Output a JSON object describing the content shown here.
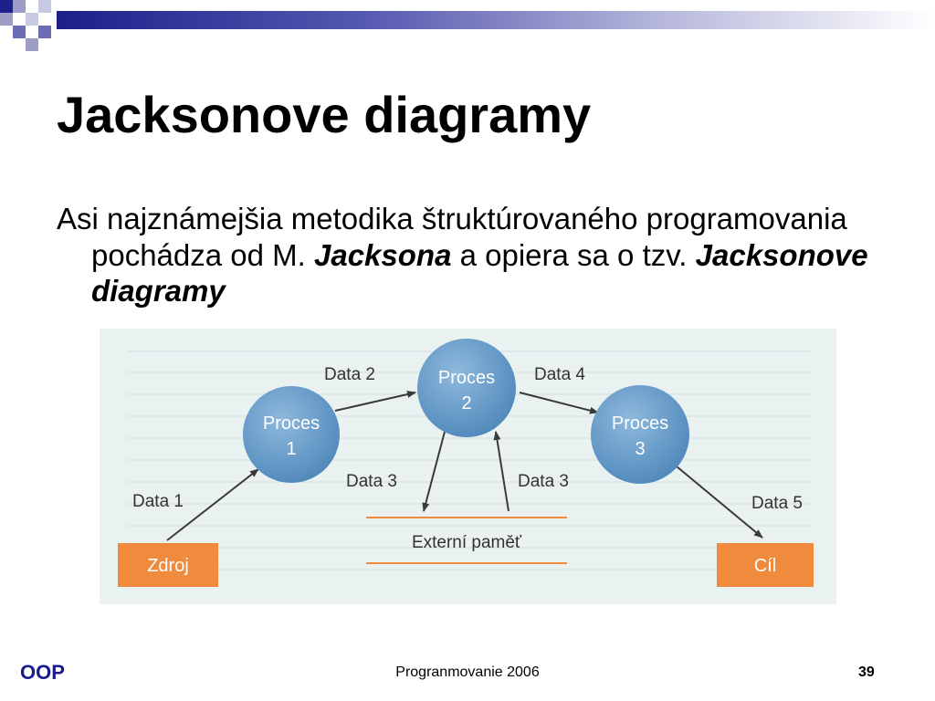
{
  "slide": {
    "title": "Jacksonove diagramy",
    "body": {
      "part1": "Asi najznámejšia metodika štruktúrovaného programovania pochádza od M. ",
      "emph1": "Jacksona",
      "part2": " a opiera sa o tzv. ",
      "emph2": "Jacksonove diagramy"
    }
  },
  "diagram": {
    "processes": [
      {
        "line1": "Proces",
        "line2": "1"
      },
      {
        "line1": "Proces",
        "line2": "2"
      },
      {
        "line1": "Proces",
        "line2": "3"
      }
    ],
    "source": "Zdroj",
    "target": "Cíl",
    "store": "Externí paměť",
    "flows": [
      "Data 1",
      "Data 2",
      "Data 3",
      "Data 3",
      "Data 4",
      "Data 5"
    ],
    "colors": {
      "process": "#5b94c4",
      "box": "#f08a3c",
      "background": "#e9f2f1",
      "arrow": "#3a3a3a"
    }
  },
  "footer": {
    "left": "OOP",
    "center": "Progranmovanie 2006",
    "page": "39"
  }
}
